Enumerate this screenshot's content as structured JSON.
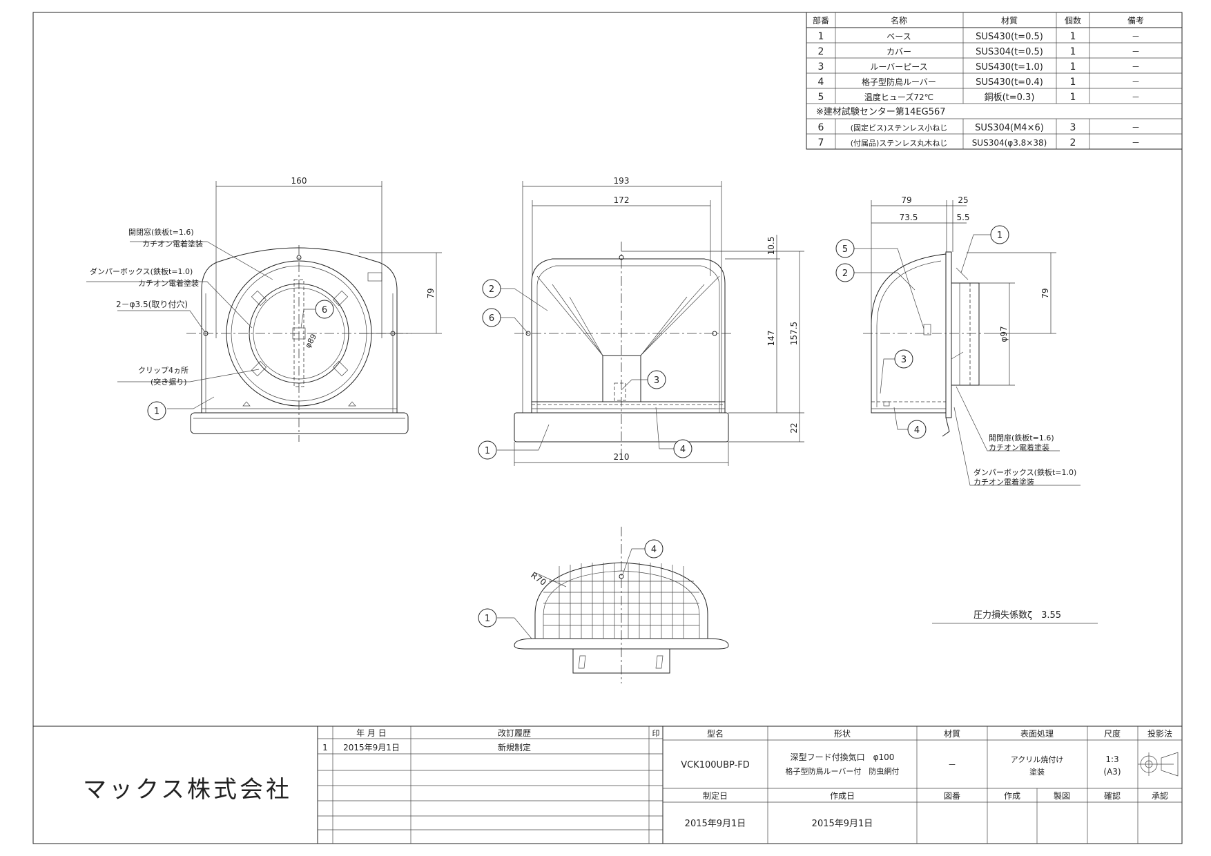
{
  "parts_table": {
    "headers": [
      "部番",
      "名称",
      "材質",
      "個数",
      "備考"
    ],
    "rows": [
      {
        "no": "1",
        "name": "ベース",
        "material": "SUS430(t=0.5)",
        "qty": "1",
        "note": "－"
      },
      {
        "no": "2",
        "name": "カバー",
        "material": "SUS304(t=0.5)",
        "qty": "1",
        "note": "－"
      },
      {
        "no": "3",
        "name": "ルーバーピース",
        "material": "SUS430(t=1.0)",
        "qty": "1",
        "note": "－"
      },
      {
        "no": "4",
        "name": "格子型防鳥ルーバー",
        "material": "SUS430(t=0.4)",
        "qty": "1",
        "note": "－"
      },
      {
        "no": "5",
        "name": "温度ヒューズ72℃",
        "material": "銅板(t=0.3)",
        "qty": "1",
        "note": "－"
      },
      {
        "no": "6",
        "name": "(固定ビス)ステンレス小ねじ",
        "material": "SUS304(M4×6)",
        "qty": "3",
        "note": "－"
      },
      {
        "no": "7",
        "name": "(付属品)ステンレス丸木ねじ",
        "material": "SUS304(φ3.8×38)",
        "qty": "2",
        "note": "－"
      }
    ],
    "note": "※建材試験センター第14EG567"
  },
  "dimensions": {
    "front_width": "160",
    "front_79": "79",
    "side_outer": "193",
    "side_inner": "172",
    "side_10_5": "10.5",
    "side_147": "147",
    "side_157_5": "157.5",
    "side_22": "22",
    "side_base": "210",
    "right_79": "79",
    "right_25": "25",
    "right_73_5": "73.5",
    "right_5_5": "5.5",
    "right_79v": "79",
    "right_d97": "φ97",
    "front_d89": "φ89",
    "bottom_r70": "R70"
  },
  "callouts": {
    "front_open_1": "開閉窓(鉄板t=1.6)",
    "front_open_2": "カチオン電着塗装",
    "front_damper_1": "ダンパーボックス(鉄板t=1.0)",
    "front_damper_2": "カチオン電着塗装",
    "front_holes": "2－φ3.5(取り付穴)",
    "front_clip_1": "クリップ4ヵ所",
    "front_clip_2": "(突き据り)",
    "right_open_1": "開閉扉(鉄板t=1.6)",
    "right_open_2": "カチオン電着塗装",
    "right_damper_1": "ダンパーボックス(鉄板t=1.0)",
    "right_damper_2": "カチオン電着塗装",
    "pressure_loss": "圧力損失係数ζ　3.55"
  },
  "balloons": {
    "one": "1",
    "two": "2",
    "three": "3",
    "four": "4",
    "five": "5",
    "six": "6"
  },
  "title_block": {
    "company": "マックス株式会社",
    "rev_headers": {
      "date": "年 月 日",
      "history": "改訂履歴",
      "stamp": "印"
    },
    "rev_row": {
      "no": "1",
      "date": "2015年9月1日",
      "history": "新規制定"
    },
    "model_label": "型名",
    "model": "VCK100UBP-FD",
    "shape_label": "形状",
    "shape_1": "深型フード付換気口　φ100",
    "shape_2": "格子型防鳥ルーバー付　防虫網付",
    "material_label": "材質",
    "material": "－",
    "surface_label": "表面処理",
    "surface_1": "アクリル焼付け",
    "surface_2": "塗装",
    "scale_label": "尺度",
    "scale_1": "1:3",
    "scale_2": "(A3)",
    "projection_label": "投影法",
    "established_label": "制定日",
    "established": "2015年9月1日",
    "created_label": "作成日",
    "created": "2015年9月1日",
    "drawing_no_label": "図番",
    "made_label": "作成",
    "drafted_label": "製図",
    "checked_label": "確認",
    "approved_label": "承認"
  }
}
